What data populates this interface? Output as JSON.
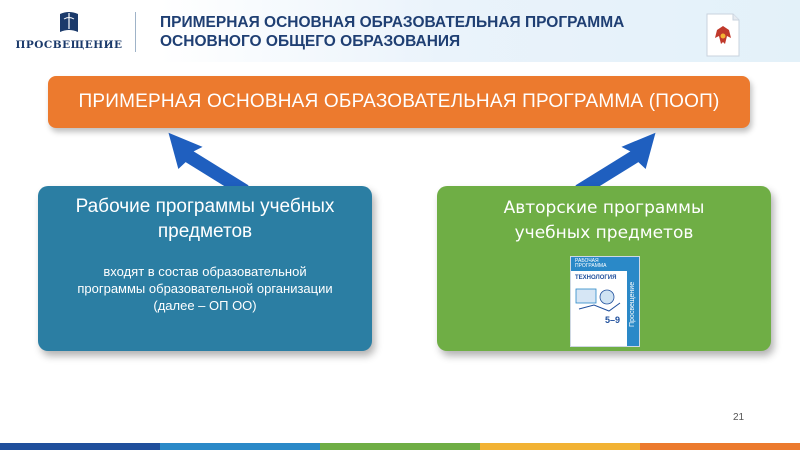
{
  "header": {
    "logo_text": "ПРОСВЕЩЕНИЕ",
    "title_line1": "ПРИМЕРНАЯ ОСНОВНАЯ ОБРАЗОВАТЕЛЬНАЯ ПРОГРАММА",
    "title_line2": "ОСНОВНОГО ОБЩЕГО ОБРАЗОВАНИЯ",
    "emblem_icon": "russian-coat-of-arms-icon"
  },
  "banner": {
    "label": "ПРИМЕРНАЯ ОСНОВНАЯ ОБРАЗОВАТЕЛЬНАЯ ПРОГРАММА (ПООП)",
    "color": "#ec7a2e"
  },
  "left_box": {
    "heading_line1": "Рабочие программы учебных",
    "heading_line2": "предметов",
    "desc_line1": "входят в состав образовательной",
    "desc_line2": "программы образовательной организации",
    "desc_line3": "(далее – ОП ОО)",
    "color": "#2b7ea3"
  },
  "right_box": {
    "heading_line1": "Авторские программы",
    "heading_line2": "учебных предметов",
    "color": "#6fae45",
    "book": {
      "top_text": "РАБОЧАЯ ПРОГРАММА",
      "title": "ТЕХНОЛОГИЯ",
      "grade": "5–9",
      "spine_text": "Просвещение"
    }
  },
  "page_number": "21",
  "stripe_colors": [
    "#1f4f9c",
    "#2a89c8",
    "#6fae45",
    "#f2b233",
    "#ec7a2e"
  ]
}
